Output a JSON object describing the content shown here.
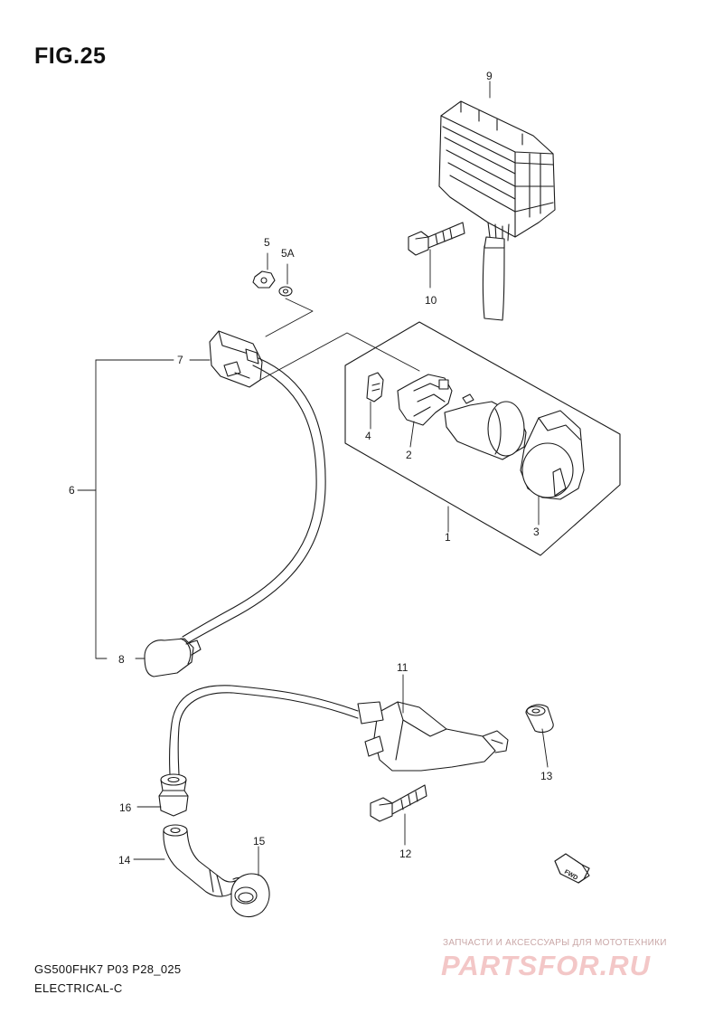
{
  "figure": {
    "title": "FIG.25"
  },
  "callouts": {
    "c1": "1",
    "c2": "2",
    "c3": "3",
    "c4": "4",
    "c5": "5",
    "c5a": "5A",
    "c6": "6",
    "c7": "7",
    "c8": "8",
    "c9": "9",
    "c10": "10",
    "c11": "11",
    "c12": "12",
    "c13": "13",
    "c14": "14",
    "c15": "15",
    "c16": "16"
  },
  "direction_badge": "FWD",
  "footer": {
    "model_code": "GS500FHK7 P03 P28_025",
    "section": "ELECTRICAL-C"
  },
  "watermark": {
    "subtitle": "ЗАПЧАСТИ И АКСЕССУАРЫ ДЛЯ МОТОТЕХНИКИ",
    "logo": "PARTSFOR.RU"
  }
}
